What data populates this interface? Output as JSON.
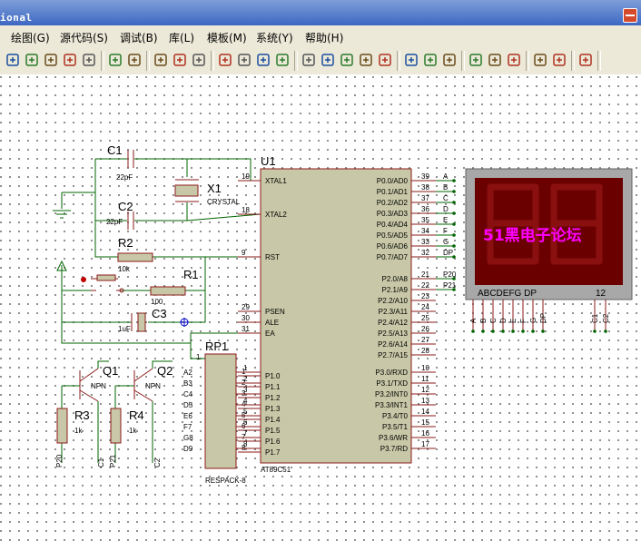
{
  "window": {
    "title": "ional"
  },
  "menu": [
    "绘图(G)",
    "源代码(S)",
    "调试(B)",
    "库(L)",
    "模板(M)",
    "系统(Y)",
    "帮助(H)"
  ],
  "toolbar_icons": [
    "pan-icon",
    "zoom-in-icon",
    "zoom-out-icon",
    "zoom-all-icon",
    "zoom-area-icon",
    "undo-icon",
    "redo-icon",
    "cut-icon",
    "copy-icon",
    "paste-icon",
    "block-copy-icon",
    "block-move-icon",
    "block-rotate-icon",
    "block-delete-icon",
    "pick-device-icon",
    "make-device-icon",
    "packaging-icon",
    "decompose-icon",
    "wire-autorouter-icon",
    "search-tag-icon",
    "property-assign-icon",
    "new-sheet-icon",
    "add-sheet-icon",
    "remove-sheet-icon",
    "goto-sheet-icon",
    "bom-icon",
    "netlist-icon",
    "ares-icon"
  ],
  "colors": {
    "wire": "#006400",
    "part_fill": "#c8c8a8",
    "display_bg": "#6b0000",
    "overlay_text": "#ff00ff"
  },
  "schematic": {
    "u1": {
      "ref": "U1",
      "part": "AT89C51",
      "left_pins": [
        {
          "num": "19",
          "name": "XTAL1"
        },
        {
          "num": "18",
          "name": "XTAL2"
        },
        {
          "num": "9",
          "name": "RST"
        },
        {
          "num": "29",
          "name": "PSEN"
        },
        {
          "num": "30",
          "name": "ALE"
        },
        {
          "num": "31",
          "name": "EA"
        },
        {
          "num": "1",
          "name": "P1.0"
        },
        {
          "num": "2",
          "name": "P1.1"
        },
        {
          "num": "3",
          "name": "P1.2"
        },
        {
          "num": "4",
          "name": "P1.3"
        },
        {
          "num": "5",
          "name": "P1.4"
        },
        {
          "num": "6",
          "name": "P1.5"
        },
        {
          "num": "7",
          "name": "P1.6"
        },
        {
          "num": "8",
          "name": "P1.7"
        }
      ],
      "right_pins": [
        {
          "num": "39",
          "name": "P0.0/AD0",
          "net": "A"
        },
        {
          "num": "38",
          "name": "P0.1/AD1",
          "net": "B"
        },
        {
          "num": "37",
          "name": "P0.2/AD2",
          "net": "C"
        },
        {
          "num": "36",
          "name": "P0.3/AD3",
          "net": "D"
        },
        {
          "num": "35",
          "name": "P0.4/AD4",
          "net": "E"
        },
        {
          "num": "34",
          "name": "P0.5/AD5",
          "net": "F"
        },
        {
          "num": "33",
          "name": "P0.6/AD6",
          "net": "G"
        },
        {
          "num": "32",
          "name": "P0.7/AD7",
          "net": "DP"
        },
        {
          "num": "21",
          "name": "P2.0/A8",
          "net": "P20"
        },
        {
          "num": "22",
          "name": "P2.1/A9",
          "net": "P21"
        },
        {
          "num": "23",
          "name": "P2.2/A10",
          "net": ""
        },
        {
          "num": "24",
          "name": "P2.3/A11",
          "net": ""
        },
        {
          "num": "25",
          "name": "P2.4/A12",
          "net": ""
        },
        {
          "num": "26",
          "name": "P2.5/A13",
          "net": ""
        },
        {
          "num": "27",
          "name": "P2.6/A14",
          "net": ""
        },
        {
          "num": "28",
          "name": "P2.7/A15",
          "net": ""
        },
        {
          "num": "10",
          "name": "P3.0/RXD",
          "net": ""
        },
        {
          "num": "11",
          "name": "P3.1/TXD",
          "net": ""
        },
        {
          "num": "12",
          "name": "P3.2/INT0",
          "net": ""
        },
        {
          "num": "13",
          "name": "P3.3/INT1",
          "net": ""
        },
        {
          "num": "14",
          "name": "P3.4/T0",
          "net": ""
        },
        {
          "num": "15",
          "name": "P3.5/T1",
          "net": ""
        },
        {
          "num": "16",
          "name": "P3.6/WR",
          "net": ""
        },
        {
          "num": "17",
          "name": "P3.7/RD",
          "net": ""
        }
      ]
    },
    "c1": {
      "ref": "C1",
      "value": "22pF"
    },
    "c2": {
      "ref": "C2",
      "value": "22pF"
    },
    "c3": {
      "ref": "C3",
      "value": "1uF"
    },
    "x1": {
      "ref": "X1",
      "value": "CRYSTAL"
    },
    "r1": {
      "ref": "R1",
      "value": "100"
    },
    "r2": {
      "ref": "R2",
      "value": "10k"
    },
    "r3": {
      "ref": "R3",
      "value": "1k"
    },
    "r4": {
      "ref": "R4",
      "value": "1k"
    },
    "q1": {
      "ref": "Q1",
      "type": "NPN"
    },
    "q2": {
      "ref": "Q2",
      "type": "NPN"
    },
    "rp1": {
      "ref": "RP1",
      "part": "RESPACK-8",
      "pins": [
        "2",
        "3",
        "4",
        "5",
        "6",
        "7",
        "8",
        "9"
      ],
      "nets": [
        "A2",
        "B3",
        "C4",
        "D5",
        "E6",
        "F7",
        "G8",
        "D9"
      ],
      "common": "1"
    },
    "bottom_nets": [
      "P20",
      "C1",
      "P21",
      "C2"
    ],
    "display": {
      "overlay_text": "51黑电子论坛",
      "segment_labels": "ABCDEFG  DP",
      "digit_labels": "12",
      "seg_pins": [
        "A",
        "B",
        "C",
        "D",
        "E",
        "F",
        "G",
        "DP"
      ],
      "digit_pins": [
        "C1",
        "C2"
      ]
    }
  }
}
